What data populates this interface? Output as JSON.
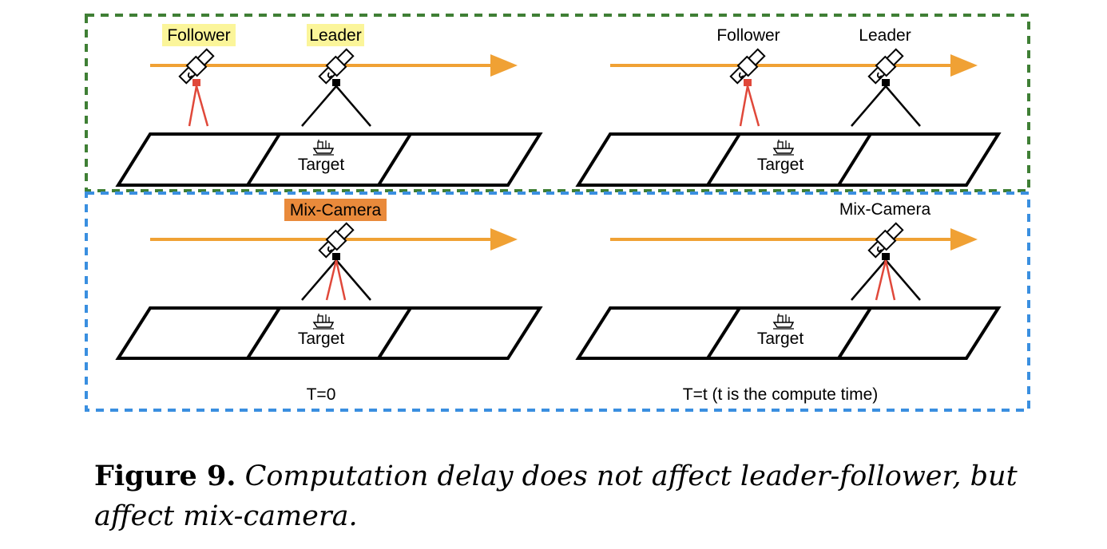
{
  "colors": {
    "orbit": "#f0a134",
    "leader_follower_box": "#3f7f35",
    "mix_camera_box": "#3a8fe0",
    "follower_beam": "#e0483a",
    "leader_beam": "#000000",
    "highlight_yellow": "#fbf59a",
    "highlight_orange": "#e98a3b"
  },
  "panels": {
    "leader_follower": {
      "t0": {
        "follower_label": "Follower",
        "leader_label": "Leader",
        "target_label": "Target"
      },
      "tt": {
        "follower_label": "Follower",
        "leader_label": "Leader",
        "target_label": "Target"
      }
    },
    "mix_camera": {
      "t0": {
        "camera_label": "Mix-Camera",
        "target_label": "Target"
      },
      "tt": {
        "camera_label": "Mix-Camera",
        "target_label": "Target"
      }
    }
  },
  "time_labels": {
    "t0": "T=0",
    "tt": "T=t (t is the compute time)"
  },
  "icons": [
    "satellite-icon",
    "ship-icon",
    "arrow-icon"
  ],
  "caption": {
    "figure_number": "Figure 9.",
    "text": "Computation delay does not affect leader-follower, but affect mix-camera."
  }
}
